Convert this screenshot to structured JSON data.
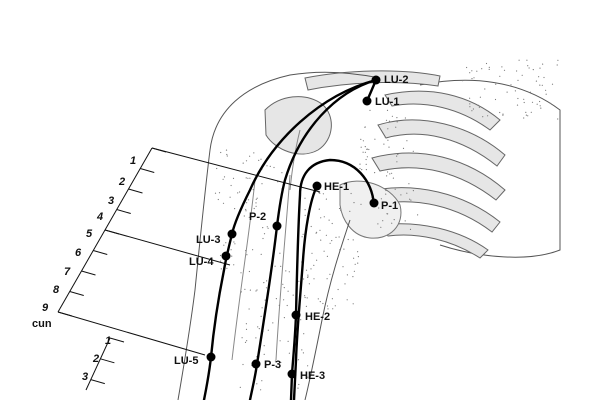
{
  "diagram": {
    "colors": {
      "ink": "#111111",
      "channel": "#000000",
      "outline": "#555555",
      "bone_fill": "#e6e6e6",
      "stipple": "#7a7a7a",
      "background": "#ffffff"
    },
    "points": {
      "lu2": "LU-2",
      "lu1": "LU-1",
      "he1": "HE-1",
      "p1": "P-1",
      "p2": "P-2",
      "lu3": "LU-3",
      "lu4": "LU-4",
      "he2": "HE-2",
      "lu5": "LU-5",
      "p3": "P-3",
      "he3": "HE-3"
    },
    "scale_upper": {
      "ticks": [
        "1",
        "2",
        "3",
        "4",
        "5",
        "6",
        "7",
        "8",
        "9"
      ],
      "unit": "cun"
    },
    "scale_lower": {
      "ticks": [
        "1",
        "2",
        "3"
      ]
    }
  }
}
